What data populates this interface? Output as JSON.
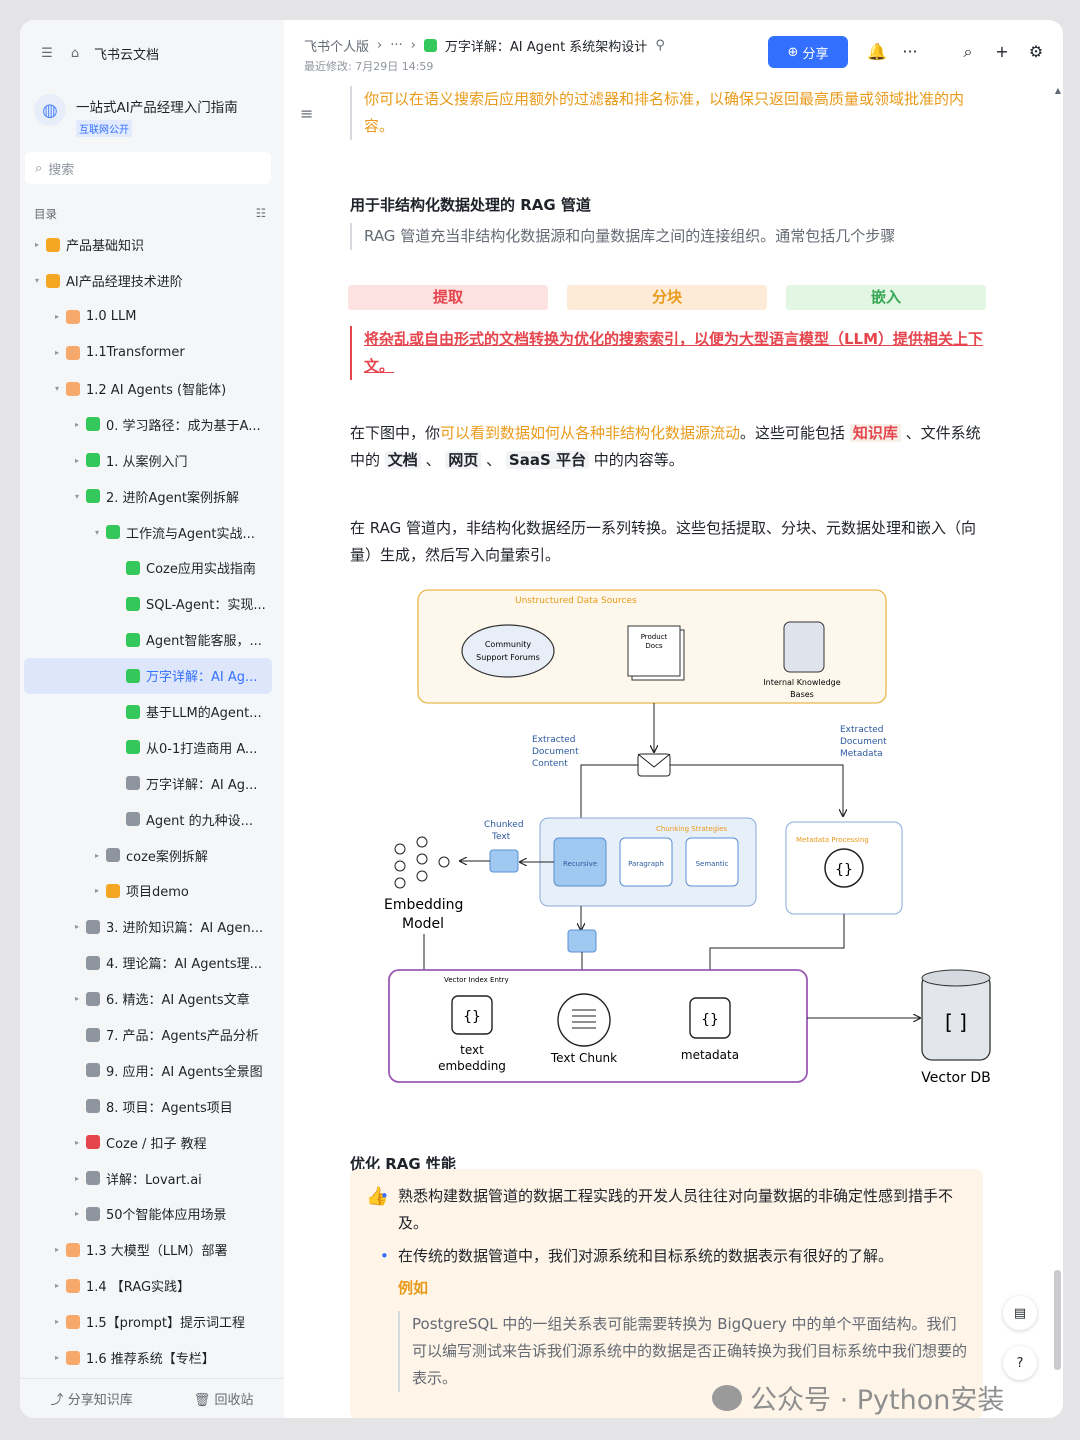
{
  "sidebar": {
    "app_title": "飞书云文档",
    "workspace_name": "一站式AI产品经理入门指南",
    "workspace_badge": "互联网公开",
    "search_placeholder": "搜索",
    "toc_label": "目录",
    "tree": [
      {
        "label": "产品基础知识",
        "level": 0,
        "arrow": "▸",
        "color": "#f5a623",
        "active": false
      },
      {
        "label": "AI产品经理技术进阶",
        "level": 0,
        "arrow": "▾",
        "color": "#f5a623",
        "active": false
      },
      {
        "label": "1.0 LLM",
        "level": 1,
        "arrow": "▸",
        "color": "#f7a86b",
        "active": false
      },
      {
        "label": "1.1Transformer",
        "level": 1,
        "arrow": "▸",
        "color": "#f7a86b",
        "active": false
      },
      {
        "label": "1.2 AI Agents (智能体)",
        "level": 1,
        "arrow": "▾",
        "color": "#f7a86b",
        "active": false
      },
      {
        "label": "0. 学习路径：成为基于A...",
        "level": 2,
        "arrow": "▸",
        "color": "#34c759",
        "active": false
      },
      {
        "label": "1. 从案例入门",
        "level": 2,
        "arrow": "▸",
        "color": "#34c759",
        "active": false
      },
      {
        "label": "2. 进阶Agent案例拆解",
        "level": 2,
        "arrow": "▾",
        "color": "#34c759",
        "active": false
      },
      {
        "label": "工作流与Agent实战...",
        "level": 3,
        "arrow": "▾",
        "color": "#34c759",
        "active": false
      },
      {
        "label": "Coze应用实战指南",
        "level": 4,
        "arrow": "",
        "color": "#34c759",
        "active": false
      },
      {
        "label": "SQL-Agent：实现...",
        "level": 4,
        "arrow": "",
        "color": "#34c759",
        "active": false
      },
      {
        "label": "Agent智能客服，...",
        "level": 4,
        "arrow": "",
        "color": "#34c759",
        "active": false
      },
      {
        "label": "万字详解：AI Ag...",
        "level": 4,
        "arrow": "",
        "color": "#34c759",
        "active": true
      },
      {
        "label": "基于LLM的Agent...",
        "level": 4,
        "arrow": "",
        "color": "#34c759",
        "active": false
      },
      {
        "label": "从0-1打造商用 A...",
        "level": 4,
        "arrow": "",
        "color": "#34c759",
        "active": false
      },
      {
        "label": "万字详解：AI Ag...",
        "level": 4,
        "arrow": "",
        "color": "#8f959e",
        "active": false
      },
      {
        "label": "Agent 的九种设...",
        "level": 4,
        "arrow": "",
        "color": "#8f959e",
        "active": false
      },
      {
        "label": "coze案例拆解",
        "level": 3,
        "arrow": "▸",
        "color": "#8f959e",
        "active": false
      },
      {
        "label": "项目demo",
        "level": 3,
        "arrow": "▸",
        "color": "#f5a623",
        "active": false
      },
      {
        "label": "3. 进阶知识篇：AI Agen...",
        "level": 2,
        "arrow": "▸",
        "color": "#8f959e",
        "active": false
      },
      {
        "label": "4. 理论篇：AI Agents理...",
        "level": 2,
        "arrow": "",
        "color": "#8f959e",
        "active": false
      },
      {
        "label": "6. 精选：AI Agents文章",
        "level": 2,
        "arrow": "▸",
        "color": "#8f959e",
        "active": false
      },
      {
        "label": "7. 产品：Agents产品分析",
        "level": 2,
        "arrow": "",
        "color": "#8f959e",
        "active": false
      },
      {
        "label": "9. 应用：AI Agents全景图",
        "level": 2,
        "arrow": "",
        "color": "#8f959e",
        "active": false
      },
      {
        "label": "8. 项目：Agents项目",
        "level": 2,
        "arrow": "",
        "color": "#8f959e",
        "active": false
      },
      {
        "label": "Coze / 扣子 教程",
        "level": 2,
        "arrow": "▸",
        "color": "#e6454d",
        "active": false
      },
      {
        "label": "详解：Lovart.ai",
        "level": 2,
        "arrow": "▸",
        "color": "#8f959e",
        "active": false
      },
      {
        "label": "50个智能体应用场景",
        "level": 2,
        "arrow": "▸",
        "color": "#8f959e",
        "active": false
      },
      {
        "label": "1.3 大模型（LLM）部署",
        "level": 1,
        "arrow": "▸",
        "color": "#f7a86b",
        "active": false
      },
      {
        "label": "1.4 【RAG实践】",
        "level": 1,
        "arrow": "▸",
        "color": "#f7a86b",
        "active": false
      },
      {
        "label": "1.5【prompt】提示词工程",
        "level": 1,
        "arrow": "▸",
        "color": "#f7a86b",
        "active": false
      },
      {
        "label": "1.6 推荐系统【专栏】",
        "level": 1,
        "arrow": "▸",
        "color": "#f7a86b",
        "active": false
      }
    ],
    "footer_share": "分享知识库",
    "footer_trash": "回收站"
  },
  "topbar": {
    "breadcrumb_root": "飞书个人版",
    "breadcrumb_more": "···",
    "doc_title": "万字详解：AI Agent 系统架构设计",
    "last_modified": "最近修改: 7月29日 14:59",
    "share_label": "分享"
  },
  "doc": {
    "quote_top": "你可以在语义搜索后应用额外的过滤器和排名标准，以确保只返回最高质量或领域批准的内容。",
    "h_pipeline": "用于非结构化数据处理的 RAG 管道",
    "pipeline_desc": "RAG 管道充当非结构化数据源和向量数据库之间的连接组织。通常包括几个步骤",
    "tags": [
      "提取",
      "分块",
      "嵌入"
    ],
    "red_quote": "将杂乱或自由形式的文档转换为优化的搜索索引，以便为大型语言模型（LLM）提供相关上下文。",
    "para1_a": "在下图中，你",
    "para1_orange": "可以看到数据如何从各种非结构化数据源流动",
    "para1_b": "。这些可能包括 ",
    "para1_kb": "知识库",
    "para1_c": " 、文件系统中的 ",
    "para1_doc": "文档",
    "para1_web": "网页",
    "para1_saas": "SaaS 平台",
    "para1_d": " 中的内容等。",
    "para2": "在 RAG 管道内，非结构化数据经历一系列转换。这些包括提取、分块、元数据处理和嵌入（向量）生成，然后写入向量索引。",
    "h_optimize": "优化 RAG 性能",
    "bullet1": "熟悉构建数据管道的数据工程实践的开发人员往往对向量数据的非确定性感到措手不及。",
    "bullet2": "在传统的数据管道中，我们对源系统和目标系统的数据表示有很好的了解。",
    "example_label": "例如",
    "example_text": "PostgreSQL 中的一组关系表可能需要转换为 BigQuery 中的单个平面结构。我们可以编写测试来告诉我们源系统中的数据是否正确转换为我们目标系统中我们想要的表示。"
  },
  "diagram": {
    "sources_title": "Unstructured Data Sources",
    "forum": "Community Support Forums",
    "forum_l1": "Community",
    "forum_l2": "Support Forums",
    "docs_l1": "Product",
    "docs_l2": "Docs",
    "kb_l1": "Internal Knowledge",
    "kb_l2": "Bases",
    "extracted_content": [
      "Extracted",
      "Document",
      "Content"
    ],
    "extracted_meta": [
      "Extracted",
      "Document",
      "Metadata"
    ],
    "chunked": [
      "Chunked",
      "Text"
    ],
    "chunking": "Chunking Strategies",
    "recursive": "Recursive",
    "paragraph": "Paragraph",
    "semantic": "Semantic",
    "meta_proc": "Metadata Processing",
    "embed_model": [
      "Embedding",
      "Model"
    ],
    "vector_entry": "Vector Index Entry",
    "text_emb": [
      "text",
      "embedding"
    ],
    "text_chunk": "Text Chunk",
    "metadata": "metadata",
    "vector_db": "Vector DB",
    "brace": "{}",
    "brackets": "[ ]"
  },
  "watermark": "公众号 · Python安装",
  "colors": {
    "accent": "#3370ff",
    "orange": "#e99a1a",
    "red": "#e6454d",
    "green": "#34c759"
  }
}
